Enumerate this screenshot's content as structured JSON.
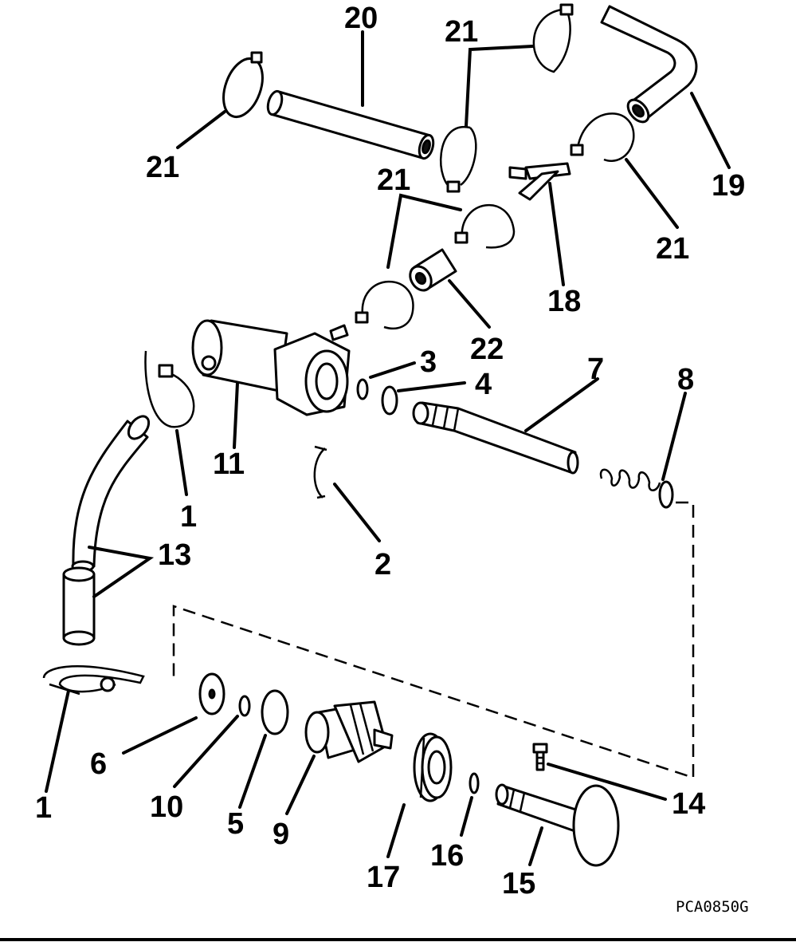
{
  "diagram": {
    "drawing_code": "PCA0850G",
    "callouts": {
      "c1_top": "1",
      "c1_bottom": "1",
      "c2": "2",
      "c3": "3",
      "c4": "4",
      "c5": "5",
      "c6": "6",
      "c7": "7",
      "c8": "8",
      "c9": "9",
      "c10": "10",
      "c11": "11",
      "c13": "13",
      "c14": "14",
      "c15": "15",
      "c16": "16",
      "c17": "17",
      "c18": "18",
      "c19": "19",
      "c20": "20",
      "c21_a": "21",
      "c21_b": "21",
      "c21_c": "21",
      "c21_d": "21",
      "c22": "22"
    }
  }
}
